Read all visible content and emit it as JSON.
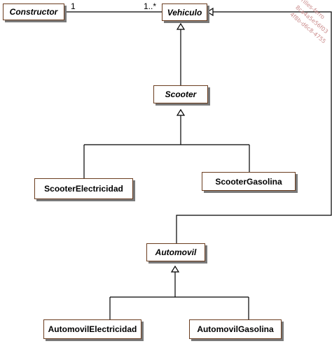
{
  "classes": {
    "constructor": "Constructor",
    "vehiculo": "Vehiculo",
    "scooter": "Scooter",
    "scooter_electricidad": "ScooterElectricidad",
    "scooter_gasolina": "ScooterGasolina",
    "automovil": "Automovil",
    "automovil_electricidad": "AutomovilElectricidad",
    "automovil_gasolina": "AutomovilGasolina"
  },
  "association": {
    "multiplicity_constructor": "1",
    "multiplicity_vehiculo": "1..*"
  },
  "watermark": {
    "line1": "rilles-ferro",
    "line2": "8ca4a5e56f03",
    "line3": "4f8b-d6c8-4755"
  },
  "colors": {
    "box_border": "#6b3d1f",
    "box_shadow": "#7a7a7a",
    "line": "#000000",
    "watermark": "#c98a8a"
  }
}
